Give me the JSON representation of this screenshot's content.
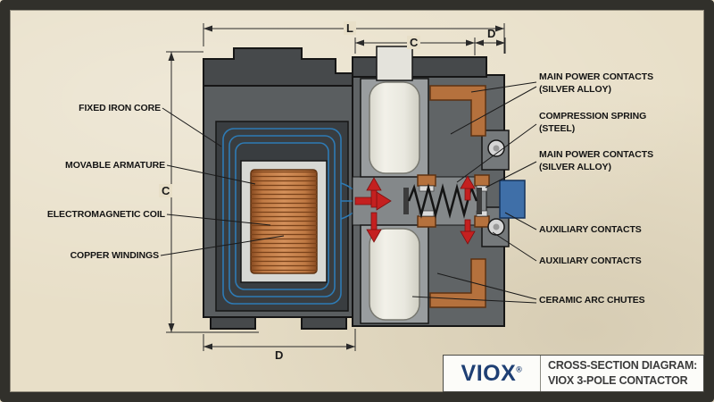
{
  "dimensions": {
    "L": "L",
    "C_top": "C",
    "D_top": "D",
    "C_left": "C",
    "D_bottom": "D"
  },
  "labels": {
    "left": [
      "FIXED IRON CORE",
      "MOVABLE ARMATURE",
      "ELECTROMAGNETIC COIL",
      "COPPER WINDINGS"
    ],
    "right": [
      {
        "line1": "MAIN POWER CONTACTS",
        "line2": "(SILVER ALLOY)"
      },
      {
        "line1": "COMPRESSION SPRING",
        "line2": "(STEEL)"
      },
      {
        "line1": "MAIN POWER CONTACTS",
        "line2": "(SILVER ALLOY)"
      },
      {
        "line1": "AUXILIARY CONTACTS",
        "line2": ""
      },
      {
        "line1": "AUXILIARY CONTACTS",
        "line2": ""
      },
      {
        "line1": "CERAMIC ARC CHUTES",
        "line2": ""
      }
    ]
  },
  "title_block": {
    "brand": "VIOX",
    "registered": "®",
    "title_line1": "CROSS-SECTION DIAGRAM:",
    "title_line2": "VIOX 3-POLE CONTACTOR"
  },
  "colors": {
    "background": "#e8dfc8",
    "frame": "#31302b",
    "copper": "#b5713d",
    "field_blue": "#2e7bb5",
    "arrow_red": "#c42020",
    "terminal_blue": "#3f6fa8",
    "ceramic": "#edece4",
    "housing_dark": "#46494b",
    "housing_mid": "#5a5e60",
    "brand_navy": "#1e3f74"
  }
}
